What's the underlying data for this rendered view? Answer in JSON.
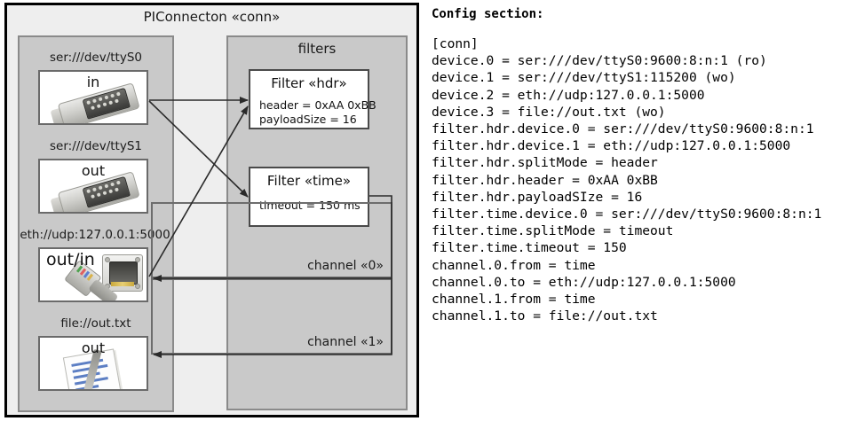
{
  "diagram": {
    "outer_title": "PIConnecton «conn»",
    "devices_panel": {
      "items": [
        {
          "label": "ser:///dev/ttyS0",
          "direction": "in",
          "icon": "serial-port-icon"
        },
        {
          "label": "ser:///dev/ttyS1",
          "direction": "out",
          "icon": "serial-port-icon"
        },
        {
          "label": "eth://udp:127.0.0.1:5000",
          "direction": "out/in",
          "icon": "ethernet-jack-icon"
        },
        {
          "label": "file://out.txt",
          "direction": "out",
          "icon": "text-file-icon"
        }
      ]
    },
    "filters_panel": {
      "title": "filters",
      "filters": [
        {
          "title": "Filter «hdr»",
          "props": [
            "header = 0xAA 0xBB",
            "payloadSize = 16"
          ]
        },
        {
          "title": "Filter «time»",
          "props": [
            "timeout = 150 ms"
          ]
        }
      ],
      "channels": [
        {
          "label": "channel «0»"
        },
        {
          "label": "channel «1»"
        }
      ]
    }
  },
  "config": {
    "heading": "Config section:",
    "text": "[conn]\ndevice.0 = ser:///dev/ttyS0:9600:8:n:1 (ro)\ndevice.1 = ser:///dev/ttyS1:115200 (wo)\ndevice.2 = eth://udp:127.0.0.1:5000\ndevice.3 = file://out.txt (wo)\nfilter.hdr.device.0 = ser:///dev/ttyS0:9600:8:n:1\nfilter.hdr.device.1 = eth://udp:127.0.0.1:5000\nfilter.hdr.splitMode = header\nfilter.hdr.header = 0xAA 0xBB\nfilter.hdr.payloadSIze = 16\nfilter.time.device.0 = ser:///dev/ttyS0:9600:8:n:1\nfilter.time.splitMode = timeout\nfilter.time.timeout = 150\nchannel.0.from = time\nchannel.0.to = eth://udp:127.0.0.1:5000\nchannel.1.from = time\nchannel.1.to = file://out.txt"
  },
  "colors": {
    "page_bg": "#ffffff",
    "outer_bg": "#eeeeee",
    "panel_bg": "#c9c9c9",
    "card_bg": "#ffffff",
    "border_dark": "#000000",
    "border_mid": "#6d6d6d"
  }
}
